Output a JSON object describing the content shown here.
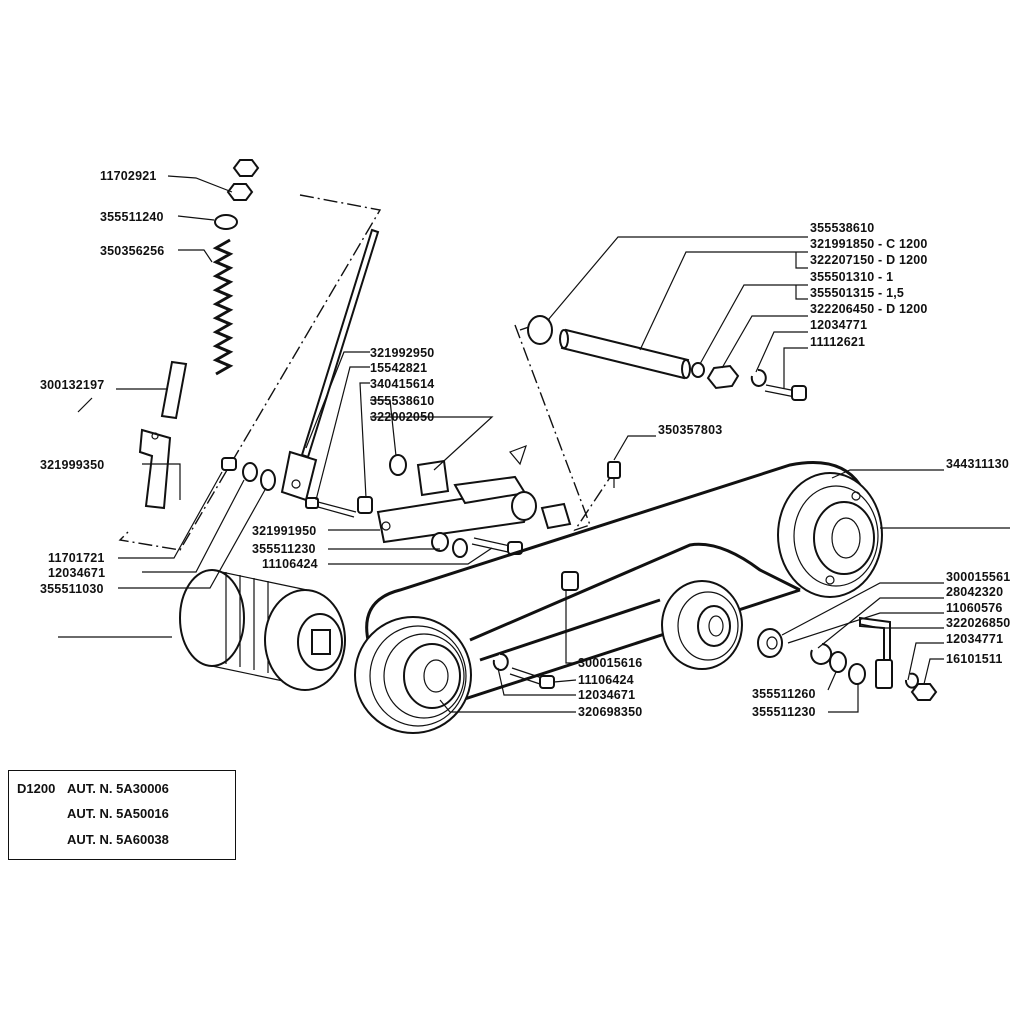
{
  "labels": {
    "l11702921": "11702921",
    "l355511240": "355511240",
    "l350356256": "350356256",
    "l300132197": "300132197",
    "l321999350": "321999350",
    "l11701721": "11701721",
    "l12034671a": "12034671",
    "l355511030": "355511030",
    "l321992950": "321992950",
    "l15542821": "15542821",
    "l340415614": "340415614",
    "l355538610a": "355538610",
    "l322002050": "322002050",
    "l321991950": "321991950",
    "l355511230a": "355511230",
    "l11106424a": "11106424",
    "l355538610b": "355538610",
    "l321991850": "321991850 - C 1200",
    "l322207150": "322207150 - D 1200",
    "l355501310": "355501310 - 1",
    "l355501315": "355501315 - 1,5",
    "l322206450": "322206450 - D 1200",
    "l12034771a": "12034771",
    "l11112621": "11112621",
    "l350357803": "350357803",
    "l344311130": "344311130",
    "l300015561": "300015561",
    "l28042320": "28042320",
    "l11060576": "11060576",
    "l322026850": "322026850",
    "l12034771b": "12034771",
    "l16101511": "16101511",
    "l300015616": "300015616",
    "l11106424b": "11106424",
    "l12034671b": "12034671",
    "l320698350": "320698350",
    "l355511260": "355511260",
    "l355511230b": "355511230"
  },
  "info": {
    "model": "D1200",
    "rows": [
      "AUT. N. 5A30006",
      "AUT. N. 5A50016",
      "AUT. N. 5A60038"
    ]
  }
}
